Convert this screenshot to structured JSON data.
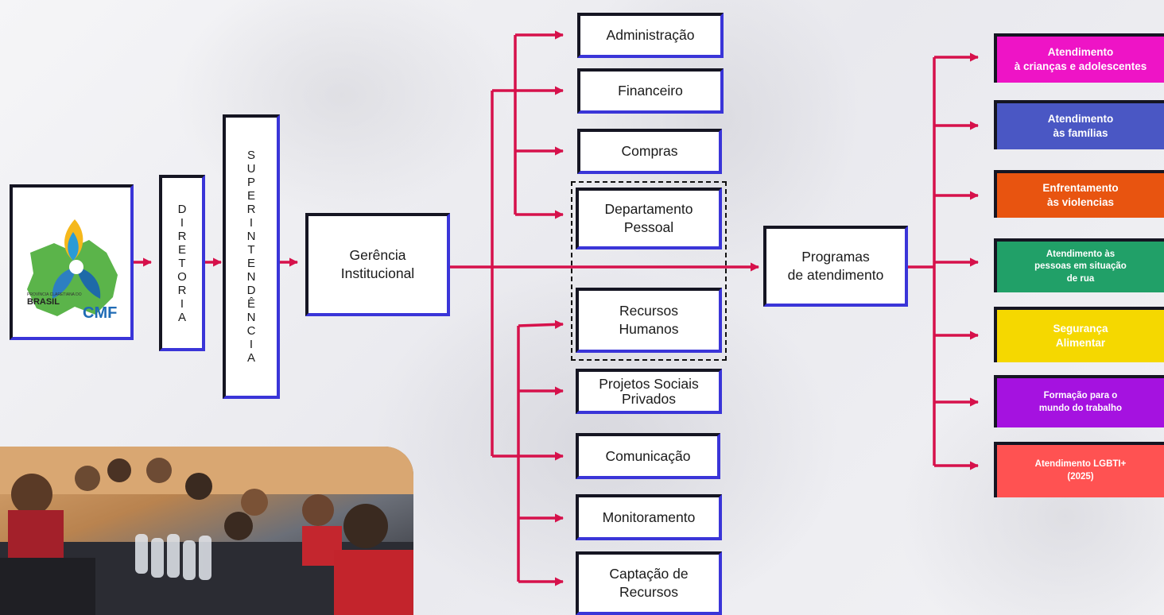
{
  "logo": {
    "text_province": "PROVÍNCIA CLARETIANA DO",
    "text_brasil": "BRASIL",
    "text_cmf": "CMF"
  },
  "chain": {
    "diretoria": "DIRETORIA",
    "superintendencia": "SUPERINTENDÊNCIA",
    "gerencia": [
      "Gerência",
      "Institucional"
    ],
    "programas": [
      "Programas",
      "de atendimento"
    ]
  },
  "departments": [
    {
      "name": "administracao",
      "lines": [
        "Administração"
      ]
    },
    {
      "name": "financeiro",
      "lines": [
        "Financeiro"
      ]
    },
    {
      "name": "compras",
      "lines": [
        "Compras"
      ]
    },
    {
      "name": "departamento-pessoal",
      "lines": [
        "Departamento",
        "Pessoal"
      ]
    },
    {
      "name": "recursos-humanos",
      "lines": [
        "Recursos",
        "Humanos"
      ]
    },
    {
      "name": "projetos-sociais",
      "lines": [
        "Projetos Sociais",
        "Privados"
      ]
    },
    {
      "name": "comunicacao",
      "lines": [
        "Comunicação"
      ]
    },
    {
      "name": "monitoramento",
      "lines": [
        "Monitoramento"
      ]
    },
    {
      "name": "captacao",
      "lines": [
        "Captação de",
        "Recursos"
      ]
    }
  ],
  "programs": [
    {
      "name": "criancas",
      "lines": [
        "Atendimento",
        "à crianças e adolescentes"
      ],
      "color": "#ee14c6"
    },
    {
      "name": "familias",
      "lines": [
        "Atendimento",
        "às famílias"
      ],
      "color": "#4a57c4"
    },
    {
      "name": "violencias",
      "lines": [
        "Enfrentamento",
        "às violencias"
      ],
      "color": "#e85410"
    },
    {
      "name": "situacao-rua",
      "lines": [
        "Atendimento às",
        "pessoas em situação",
        "de rua"
      ],
      "color": "#21a068"
    },
    {
      "name": "seguranca",
      "lines": [
        "Segurança",
        "Alimentar"
      ],
      "color": "#f5d800"
    },
    {
      "name": "trabalho",
      "lines": [
        "Formação para o",
        "mundo do trabalho"
      ],
      "color": "#a512e0"
    },
    {
      "name": "lgbti",
      "lines": [
        "Atendimento LGBTI+",
        "(2025)"
      ],
      "color": "#ff5252"
    }
  ],
  "colors": {
    "connector": "#d6114b",
    "border_dark": "#151522",
    "border_blue": "#3a35d8"
  }
}
